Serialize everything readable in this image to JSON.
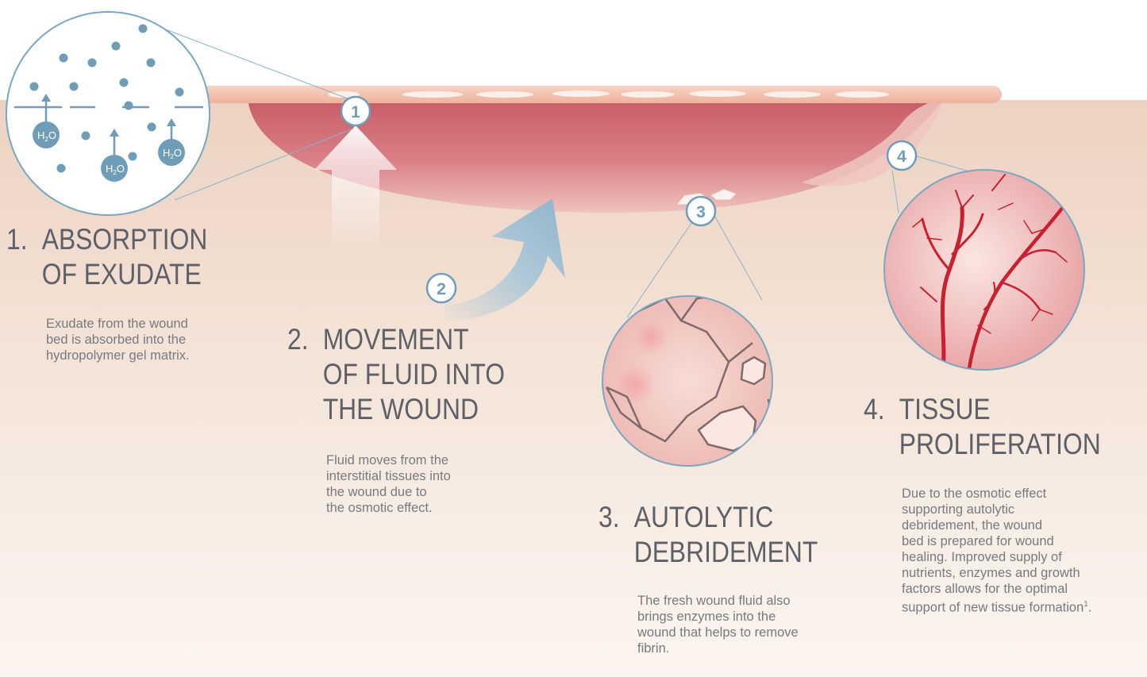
{
  "steps": [
    {
      "badge": "1",
      "number": "1.",
      "title": "ABSORPTION\nOF EXUDATE",
      "description": "Exudate from the wound\nbed is absorbed into the\nhydropolymer gel matrix."
    },
    {
      "badge": "2",
      "number": "2.",
      "title": "MOVEMENT\nOF FLUID INTO\nTHE WOUND",
      "description": "Fluid moves from the\ninterstitial tissues into\nthe wound due to\nthe osmotic effect."
    },
    {
      "badge": "3",
      "number": "3.",
      "title": "AUTOLYTIC\nDEBRIDEMENT",
      "description": "The fresh wound fluid also\nbrings enzymes into the\nwound that helps to remove\nfibrin."
    },
    {
      "badge": "4",
      "number": "4.",
      "title": "TISSUE\nPROLIFERATION",
      "description_main": "Due to the osmotic effect\nsupporting autolytic\ndebridement, the wound\nbed is prepared for wound\nhealing. Improved supply of\nnutrients, enzymes and growth\nfactors allows for the optimal\nsupport of new tissue formation",
      "description_sup": "1",
      "description_end": "."
    }
  ],
  "molecule": {
    "h": "H",
    "sub": "2",
    "o": "O"
  },
  "colors": {
    "skin": "#f3e1d4",
    "wound": "#d57c80",
    "dressing": "#f3c1ac",
    "lens_border": "#7aa7c0",
    "water_blue": "#6f9db8",
    "vessel_red": "#c8202e",
    "text_gray": "#5d6069"
  }
}
